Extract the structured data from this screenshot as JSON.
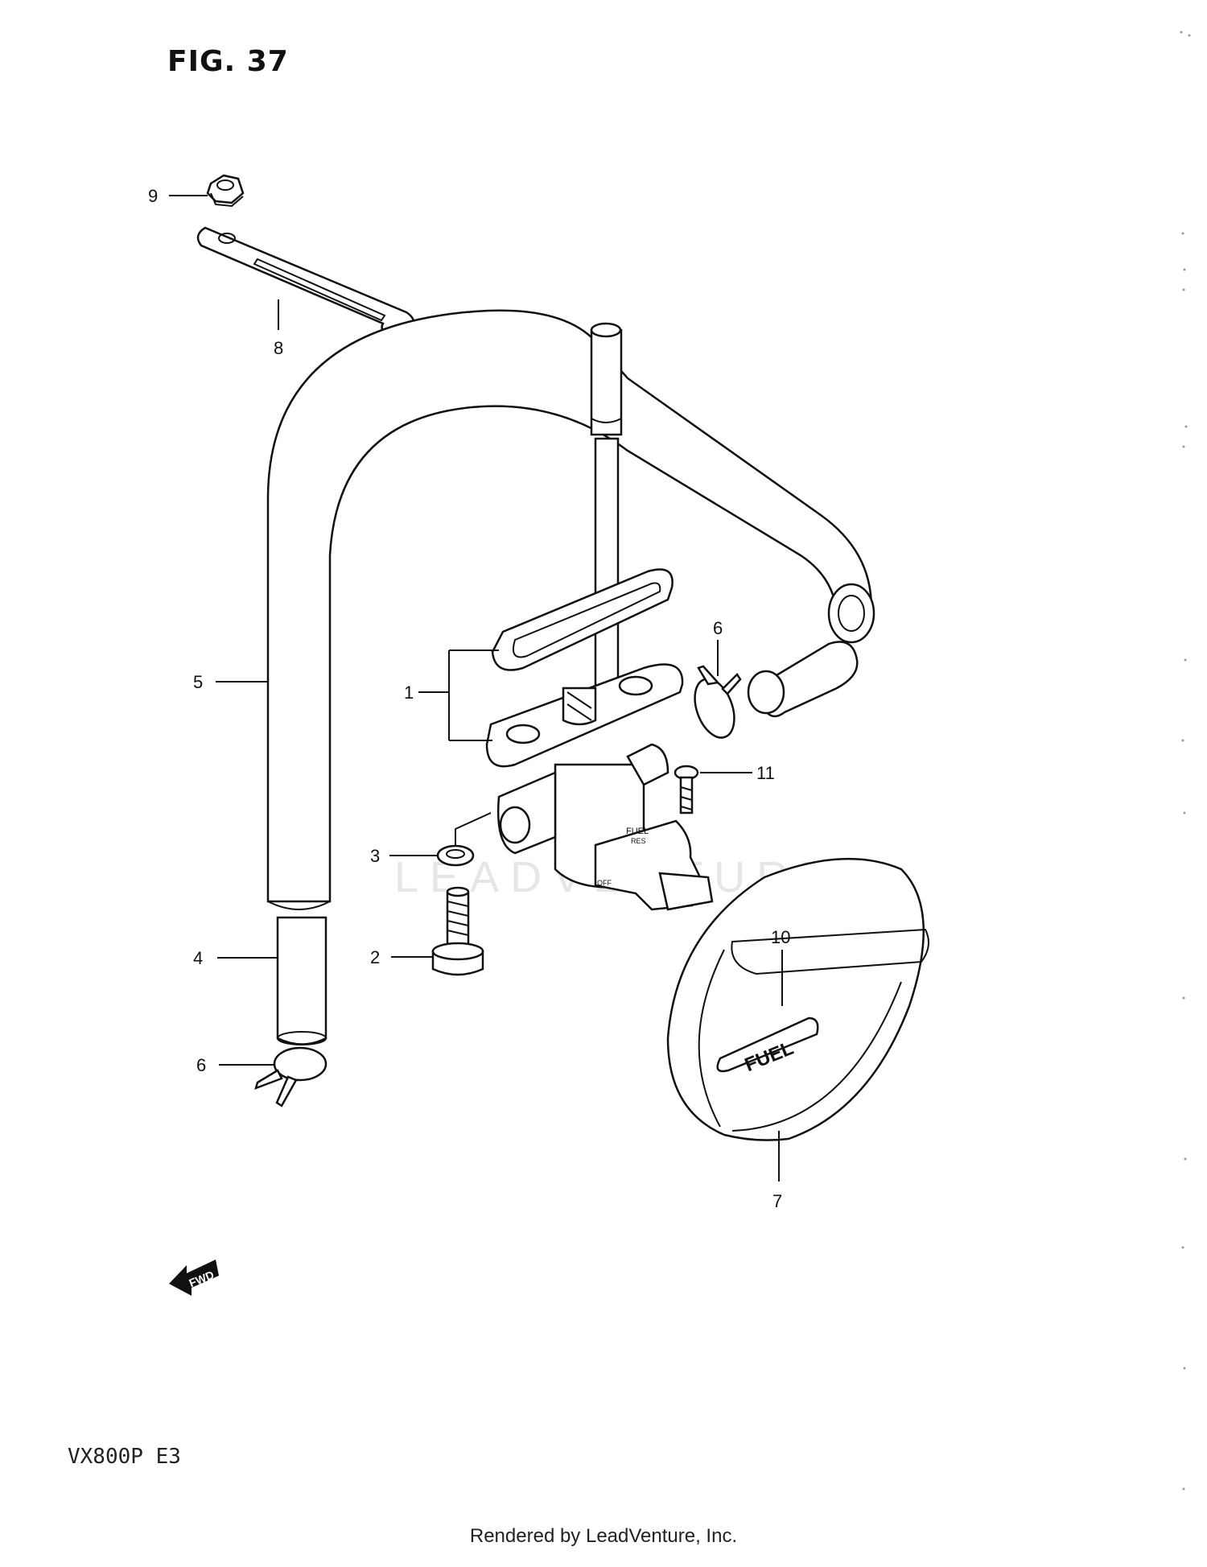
{
  "figure": {
    "title": "FIG. 37",
    "model_code": "VX800P  E3",
    "footer": "Rendered by LeadVenture, Inc.",
    "watermark": "LEADVENTURE",
    "direction_marker": "FWD"
  },
  "callouts": [
    "1",
    "2",
    "3",
    "4",
    "5",
    "6",
    "6",
    "7",
    "8",
    "9",
    "10",
    "11"
  ],
  "labels": {
    "cap_text": "FUEL",
    "cock_text_top": "FUEL",
    "cock_text_sub": "RES",
    "cock_text_off": "OFF"
  },
  "colors": {
    "line": "#111111",
    "watermark": "#e6e6e6",
    "background": "#ffffff"
  }
}
